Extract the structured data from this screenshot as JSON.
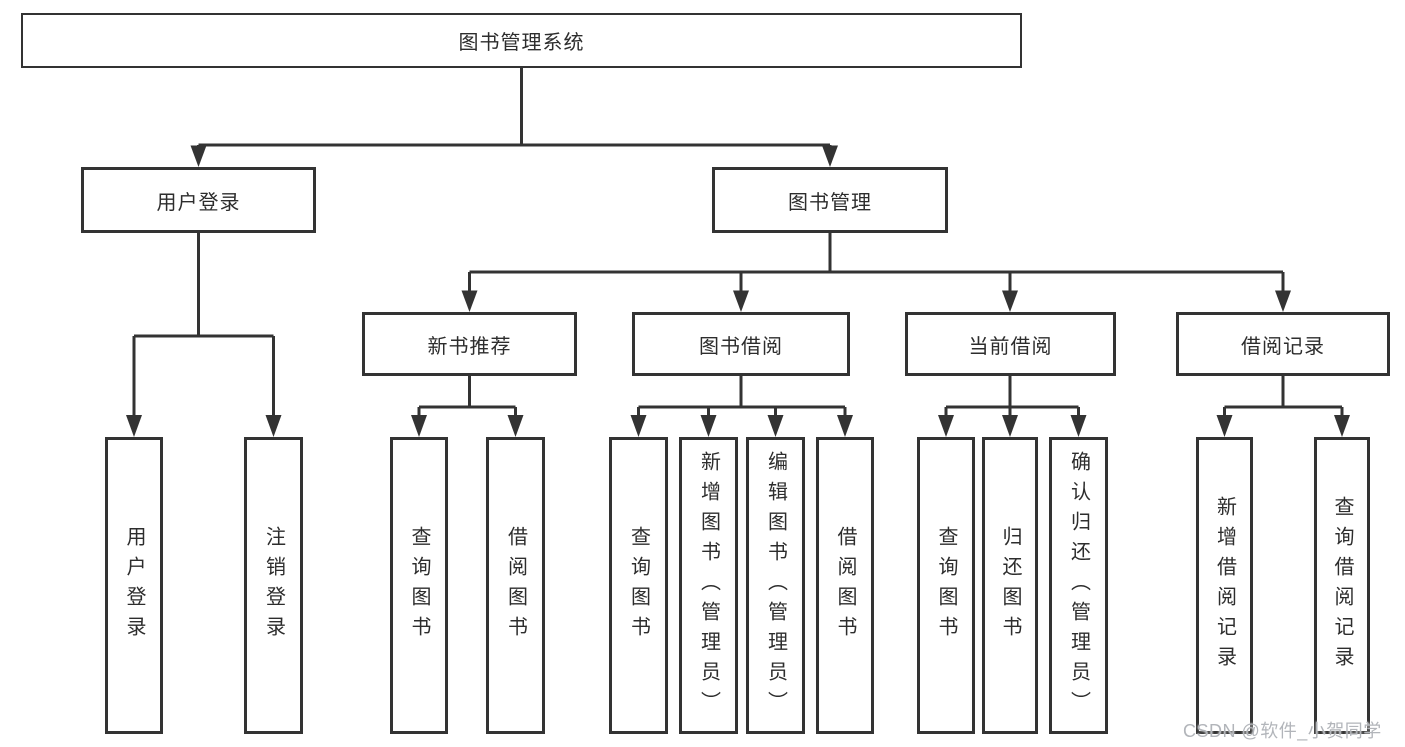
{
  "diagram": {
    "title": "图书管理系统",
    "root": {
      "label": "图书管理系统"
    },
    "branches": {
      "user_login": {
        "label": "用户登录",
        "children": [
          {
            "label": "用户登录"
          },
          {
            "label": "注销登录"
          }
        ]
      },
      "book_management": {
        "label": "图书管理",
        "children": [
          {
            "label": "新书推荐",
            "children": [
              {
                "label": "查询图书"
              },
              {
                "label": "借阅图书"
              }
            ]
          },
          {
            "label": "图书借阅",
            "children": [
              {
                "label": "查询图书"
              },
              {
                "label": "新增图书（管理员）"
              },
              {
                "label": "编辑图书（管理员）"
              },
              {
                "label": "借阅图书"
              }
            ]
          },
          {
            "label": "当前借阅",
            "children": [
              {
                "label": "查询图书"
              },
              {
                "label": "归还图书"
              },
              {
                "label": "确认归还（管理员）"
              }
            ]
          },
          {
            "label": "借阅记录",
            "children": [
              {
                "label": "新增借阅记录"
              },
              {
                "label": "查询借阅记录"
              }
            ]
          }
        ]
      }
    }
  },
  "watermark": {
    "text": "CSDN @软件_小贺同学"
  },
  "colors": {
    "line": "#333333",
    "text": "#2d2d2d",
    "box_background": "#ffffff",
    "watermark": "#b2b5ba",
    "background": "#ffffff"
  }
}
